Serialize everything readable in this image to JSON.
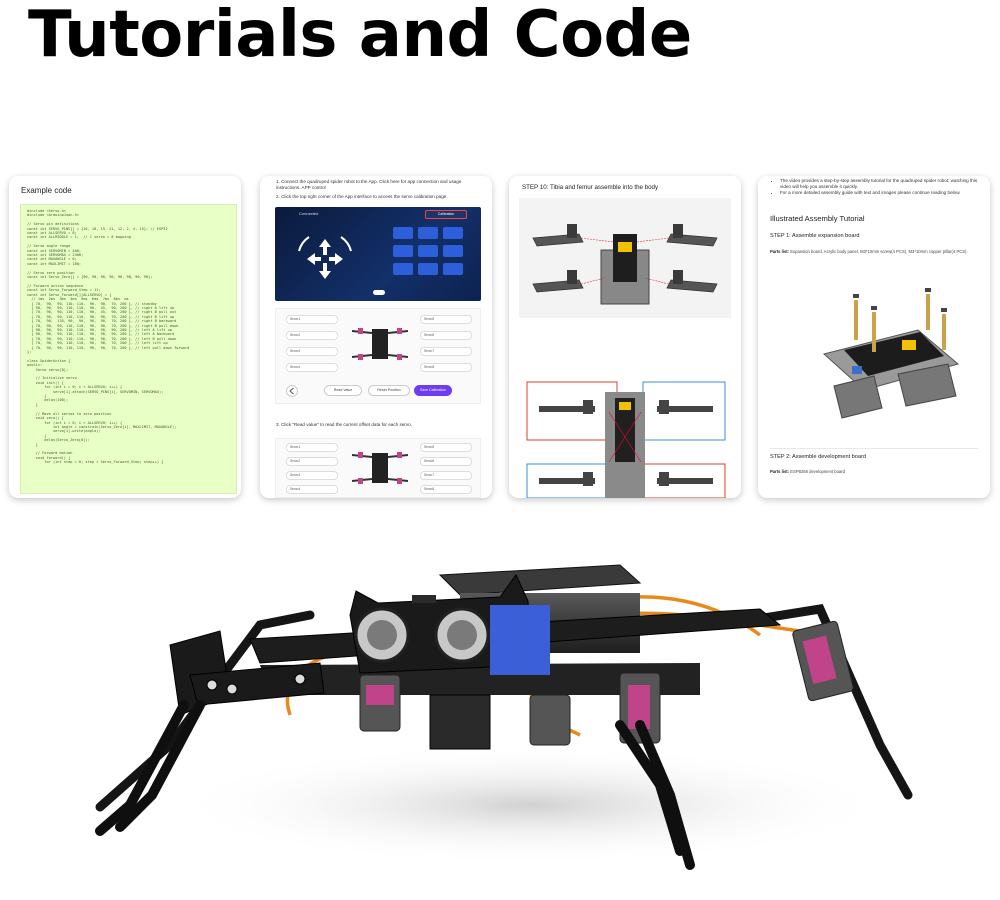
{
  "page": {
    "title": "Tutorials and Code"
  },
  "cards": {
    "example_code": {
      "title": "Example code",
      "code_lines": [
        "#include <Servo.h>",
        "#include <ArduinoJson.h>",
        "",
        "// Servo pin definitions",
        "const int SERVO_PINS[] = {16, 18, 19, 21, 12, 2, 4, 15}; // ESP32",
        "const int ALLSERVO = 8;",
        "const int ALLMIDDLE = 1;  // 1 servo = 8 mapping",
        "",
        "// Servo angle range",
        "const int SERVOMIN = 400;",
        "const int SERVOMAX = 2400;",
        "const int MAXANGLE = 0;",
        "const int MAXLIMIT = 180;",
        "",
        "// Servo zero position",
        "const int Servo_Zero[] = {90, 90, 90, 90, 90, 90, 90, 90};",
        "",
        "// Forward action sequence",
        "const int Servo_Forward_Step = 11;",
        "const int Servo_Forward[][ALLSERVO] = {",
        "  // 1ms  2ms  3ms  4ms  5ms  6ms  7ms  8ms  ms",
        "  { 70,  90,  90, 110, 110,  90,  90,  70, 200 }, // standby",
        "  { 90,  90,  90, 110, 110,  90,  45,  90, 200 }, // right A lift up",
        "  { 70,  90,  90, 110, 110,  90,  45,  90, 200 }, // right B pull out",
        "  { 70,  90,  90, 110, 110,  90,  90,  70, 200 }, // right B lift up",
        "  { 70,  90,  135, 90,  90,  90,  90,  70, 200 }, // right B backward",
        "  { 70,  90,  90, 110, 110,  90,  90,  70, 200 }, // right B pull down",
        "  { 90,  90,  90, 110, 110,  90,  90,  90, 200 }, // left A lift up",
        "  { 90,  90,  90, 110, 110,  90,  90,  90, 200 }, // left A backward",
        "  { 70,  90,  90, 110, 110,  90,  90,  70, 200 }, // left B pull down",
        "  { 70,  90,  90, 110, 110,  90,  90,  70, 200 }, // left lift up",
        "  { 70,  90,  90, 110, 110,  90,  90,  70, 200 }, // left pull down forward",
        "};",
        "",
        "class SpiderAction {",
        "public:",
        "    Servo servo[8];",
        "",
        "    // Initialize servo",
        "    void init() {",
        "        for (int i = 0; i < ALLSERVO; i++) {",
        "            servo[i].attach(SERVO_PINS[i], SERVOMIN, SERVOMAX);",
        "        }",
        "        delay(100);",
        "    }",
        "",
        "    // Move all servos to zero position",
        "    void zero() {",
        "        for (int i = 0; i < ALLSERVO; i++) {",
        "            int angle = constrain(Servo_Zero[i], MAXLIMIT, MAXANGLE);",
        "            servo[i].write(angle);",
        "        }",
        "        delay(Servo_Zero[0]);",
        "    }",
        "",
        "    // Forward motion",
        "    void forward() {",
        "        for (int step = 0; step < Servo_Forward_Step; step++) {"
      ]
    },
    "app_guide": {
      "steps": [
        "1. Connect the quadruped spider robot to the App. Click here for app connection and usage instructions. APP control",
        "2. Click the top right corner of the App  interface to access the servo calibration page.",
        "3. Click \"Read value\" to read the current offset data for each servo."
      ],
      "app_status": "Connected",
      "app_top_button": "Calibration",
      "servo_labels": [
        "Servo1",
        "Servo2",
        "Servo3",
        "Servo4",
        "Servo5",
        "Servo6",
        "Servo7",
        "Servo8"
      ],
      "buttons": {
        "read_value": "Read Value",
        "reset_position": "Reset Position",
        "save_calibration": "Save Calibration"
      }
    },
    "assembly_step": {
      "title": "STEP 10: Tibia and femur assemble into the body"
    },
    "assembly_tutorial": {
      "bullets": [
        "The video provides a step-by-step assembly tutorial for the quadruped spider robot; watching this video will help you assemble it quickly.",
        "For a more detailed assembly guide with text and images please continue reading below."
      ],
      "heading": "Illustrated Assembly Tutorial",
      "step1": {
        "title": "STEP 1: Assemble expansion board",
        "parts_label": "Parts list:",
        "parts_text": "Expansion board,  Acrylic body panel,  M3*10mm screw(4 PCS),  M3*10mm copper pillar(4 PCS)."
      },
      "step2": {
        "title": "STEP 2: Assemble development board",
        "parts_label": "Parts list:",
        "parts_text": "ESP8266 development board"
      }
    }
  },
  "colors": {
    "code_bg": "#e8ffc6",
    "accent_purple": "#6d3df2",
    "app_blue": "#2c5fd9",
    "servo_pink": "#c0448a",
    "wire_orange": "#e8891c"
  }
}
